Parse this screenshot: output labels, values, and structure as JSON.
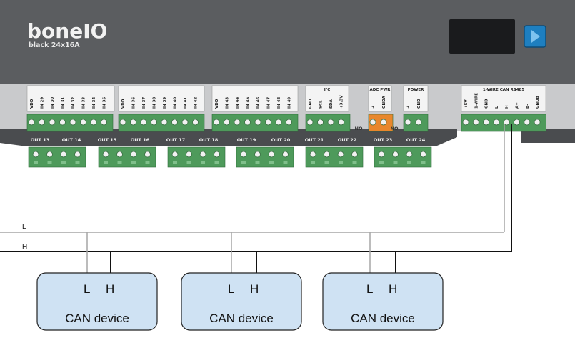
{
  "brand": {
    "logo_text": "boneIO",
    "model": "black 24x16A",
    "accent": "#3a9bd9"
  },
  "top_terminals": [
    {
      "labels": [
        "VDD",
        "IN 29",
        "IN 30",
        "IN 31",
        "IN 32",
        "IN 33",
        "IN 34",
        "IN 35"
      ],
      "header": ""
    },
    {
      "labels": [
        "VDD",
        "IN 36",
        "IN 37",
        "IN 38",
        "IN 39",
        "IN 40",
        "IN 41",
        "IN 42"
      ],
      "header": ""
    },
    {
      "labels": [
        "VDD",
        "IN 43",
        "IN 44",
        "IN 45",
        "IN 46",
        "IN 47",
        "IN 48",
        "IN 49"
      ],
      "header": ""
    },
    {
      "labels": [
        "GND",
        "SCL",
        "SDA",
        "+3.3V"
      ],
      "header": "I²C"
    },
    {
      "labels": [
        "+",
        "GNDA"
      ],
      "header": "ADC PWR"
    },
    {
      "labels": [
        "+",
        "GND"
      ],
      "header": "POWER"
    },
    {
      "labels": [
        "+5V",
        "1-WIRE",
        "GND",
        "L",
        "H",
        "A+",
        "B-",
        "GNDB"
      ],
      "header": "1-WIRE   CAN   RS485"
    }
  ],
  "output_labels": [
    "OUT 13",
    "OUT 14",
    "OUT 15",
    "OUT 16",
    "OUT 17",
    "OUT 18",
    "OUT 19",
    "OUT 20",
    "OUT 21",
    "OUT 22",
    "OUT 23",
    "OUT 24"
  ],
  "nc_labels": [
    "NO",
    "NO"
  ],
  "bus": {
    "low_label": "L",
    "high_label": "H"
  },
  "devices": [
    {
      "name": "CAN device",
      "pin_low": "L",
      "pin_high": "H"
    },
    {
      "name": "CAN device",
      "pin_low": "L",
      "pin_high": "H"
    },
    {
      "name": "CAN device",
      "pin_low": "L",
      "pin_high": "H"
    }
  ],
  "colors": {
    "case": "#5b5d60",
    "case_dark": "#4a4c4f",
    "terminal_green": "#4e9a5b",
    "device_fill": "#cfe2f3",
    "wire_low": "#a6a6a6",
    "wire_high": "#111111"
  }
}
